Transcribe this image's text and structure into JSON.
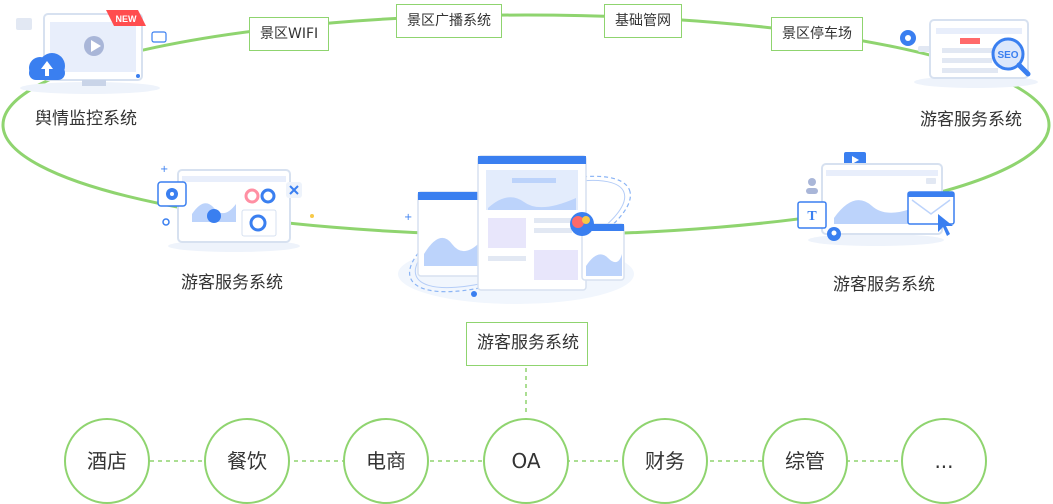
{
  "ring_tags": [
    "景区WIFI",
    "景区广播系统",
    "基础管网",
    "景区停车场"
  ],
  "systems": {
    "top_left": "舆情监控系统",
    "top_right": "游客服务系统",
    "mid_left": "游客服务系统",
    "mid_right": "游客服务系统",
    "center": "游客服务系统"
  },
  "badges": {
    "new": "NEW",
    "seo": "SEO",
    "text_tool": "T"
  },
  "nodes": [
    "酒店",
    "餐饮",
    "电商",
    "OA",
    "财务",
    "综管",
    "..."
  ],
  "colors": {
    "accent_green": "#8fd46f",
    "accent_blue": "#3a7ff0",
    "text": "#333333"
  },
  "icons": [
    "cloud-upload-icon",
    "play-icon",
    "gear-icon",
    "tools-icon",
    "search-icon",
    "cursor-icon",
    "location-icon",
    "user-icon"
  ]
}
